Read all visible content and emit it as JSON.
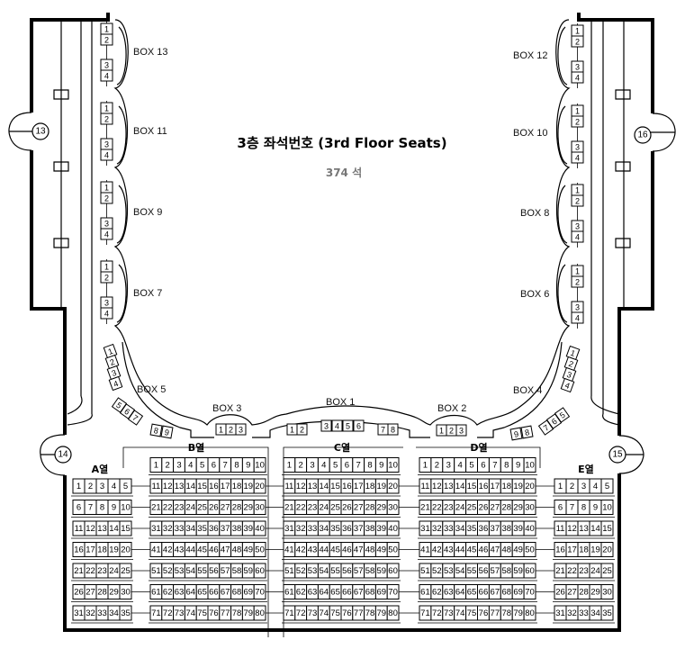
{
  "title": "3층 좌석번호 (3rd Floor Seats)",
  "subtitle": "374 석",
  "doors": [
    "13",
    "14",
    "15",
    "16"
  ],
  "blocks": [
    {
      "id": "A",
      "label": "A열",
      "first": 1,
      "last": 35,
      "per_row": 5
    },
    {
      "id": "B",
      "label": "B열",
      "first": 1,
      "last": 80,
      "per_row": 10
    },
    {
      "id": "C",
      "label": "C열",
      "first": 1,
      "last": 80,
      "per_row": 10
    },
    {
      "id": "D",
      "label": "D열",
      "first": 1,
      "last": 80,
      "per_row": 10
    },
    {
      "id": "E",
      "label": "E열",
      "first": 1,
      "last": 35,
      "per_row": 5
    }
  ],
  "boxes": [
    {
      "id": "13",
      "label": "BOX 13",
      "seats": [
        "1",
        "2",
        "3",
        "4"
      ]
    },
    {
      "id": "11",
      "label": "BOX 11",
      "seats": [
        "1",
        "2",
        "3",
        "4"
      ]
    },
    {
      "id": "9",
      "label": "BOX 9",
      "seats": [
        "1",
        "2",
        "3",
        "4"
      ]
    },
    {
      "id": "7",
      "label": "BOX 7",
      "seats": [
        "1",
        "2",
        "3",
        "4"
      ]
    },
    {
      "id": "5",
      "label": "BOX 5",
      "seats": [
        "1",
        "2",
        "3",
        "4",
        "5",
        "6",
        "7",
        "8",
        "9"
      ]
    },
    {
      "id": "3",
      "label": "BOX 3",
      "seats": [
        "1",
        "2",
        "3"
      ]
    },
    {
      "id": "1",
      "label": "BOX 1",
      "seats": [
        "1",
        "2",
        "3",
        "4",
        "5",
        "6",
        "7",
        "8"
      ]
    },
    {
      "id": "2",
      "label": "BOX 2",
      "seats": [
        "1",
        "2",
        "3"
      ]
    },
    {
      "id": "4",
      "label": "BOX 4",
      "seats": [
        "1",
        "2",
        "3",
        "4",
        "5",
        "6",
        "7",
        "8",
        "9"
      ]
    },
    {
      "id": "6",
      "label": "BOX 6",
      "seats": [
        "1",
        "2",
        "3",
        "4"
      ]
    },
    {
      "id": "8",
      "label": "BOX 8",
      "seats": [
        "1",
        "2",
        "3",
        "4"
      ]
    },
    {
      "id": "10",
      "label": "BOX 10",
      "seats": [
        "1",
        "2",
        "3",
        "4"
      ]
    },
    {
      "id": "12",
      "label": "BOX 12",
      "seats": [
        "1",
        "2",
        "3",
        "4"
      ]
    }
  ]
}
